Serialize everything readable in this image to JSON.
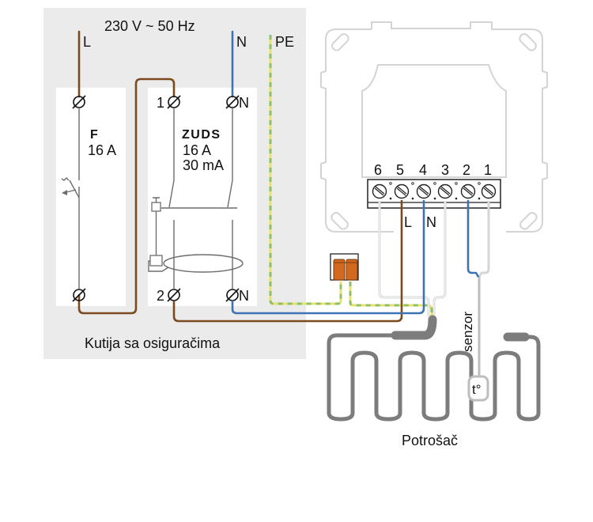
{
  "diagram": {
    "supply_label": "230 V ~ 50 Hz",
    "conductors": {
      "line": "L",
      "neutral": "N",
      "protective_earth": "PE"
    },
    "breaker": {
      "name": "F",
      "rating": "16 A",
      "terminal_top": "",
      "terminal_bottom": ""
    },
    "rcd": {
      "name": "ZUDS",
      "rating": "16 A",
      "sensitivity": "30 mA",
      "terminal_in": "1",
      "terminal_out": "2",
      "neutral_in": "N",
      "neutral_out": "N"
    },
    "fuse_box_label": "Kutija sa osiguračima",
    "thermostat": {
      "terminals": [
        "6",
        "5",
        "4",
        "3",
        "2",
        "1"
      ],
      "terminal_L_label": "L",
      "terminal_N_label": "N"
    },
    "sensor_label": "senzor",
    "sensor_symbol": "t°",
    "load_label": "Potrošač",
    "colors": {
      "line_brown": "#7a4b1e",
      "neutral_blue": "#3f73b3",
      "pe_yellow": "#e7e36a",
      "pe_green": "#8fbf6a",
      "box_background": "#ebebeb",
      "connector_orange": "#d2691e",
      "heating_cable_grey": "#7c7c7c"
    }
  }
}
